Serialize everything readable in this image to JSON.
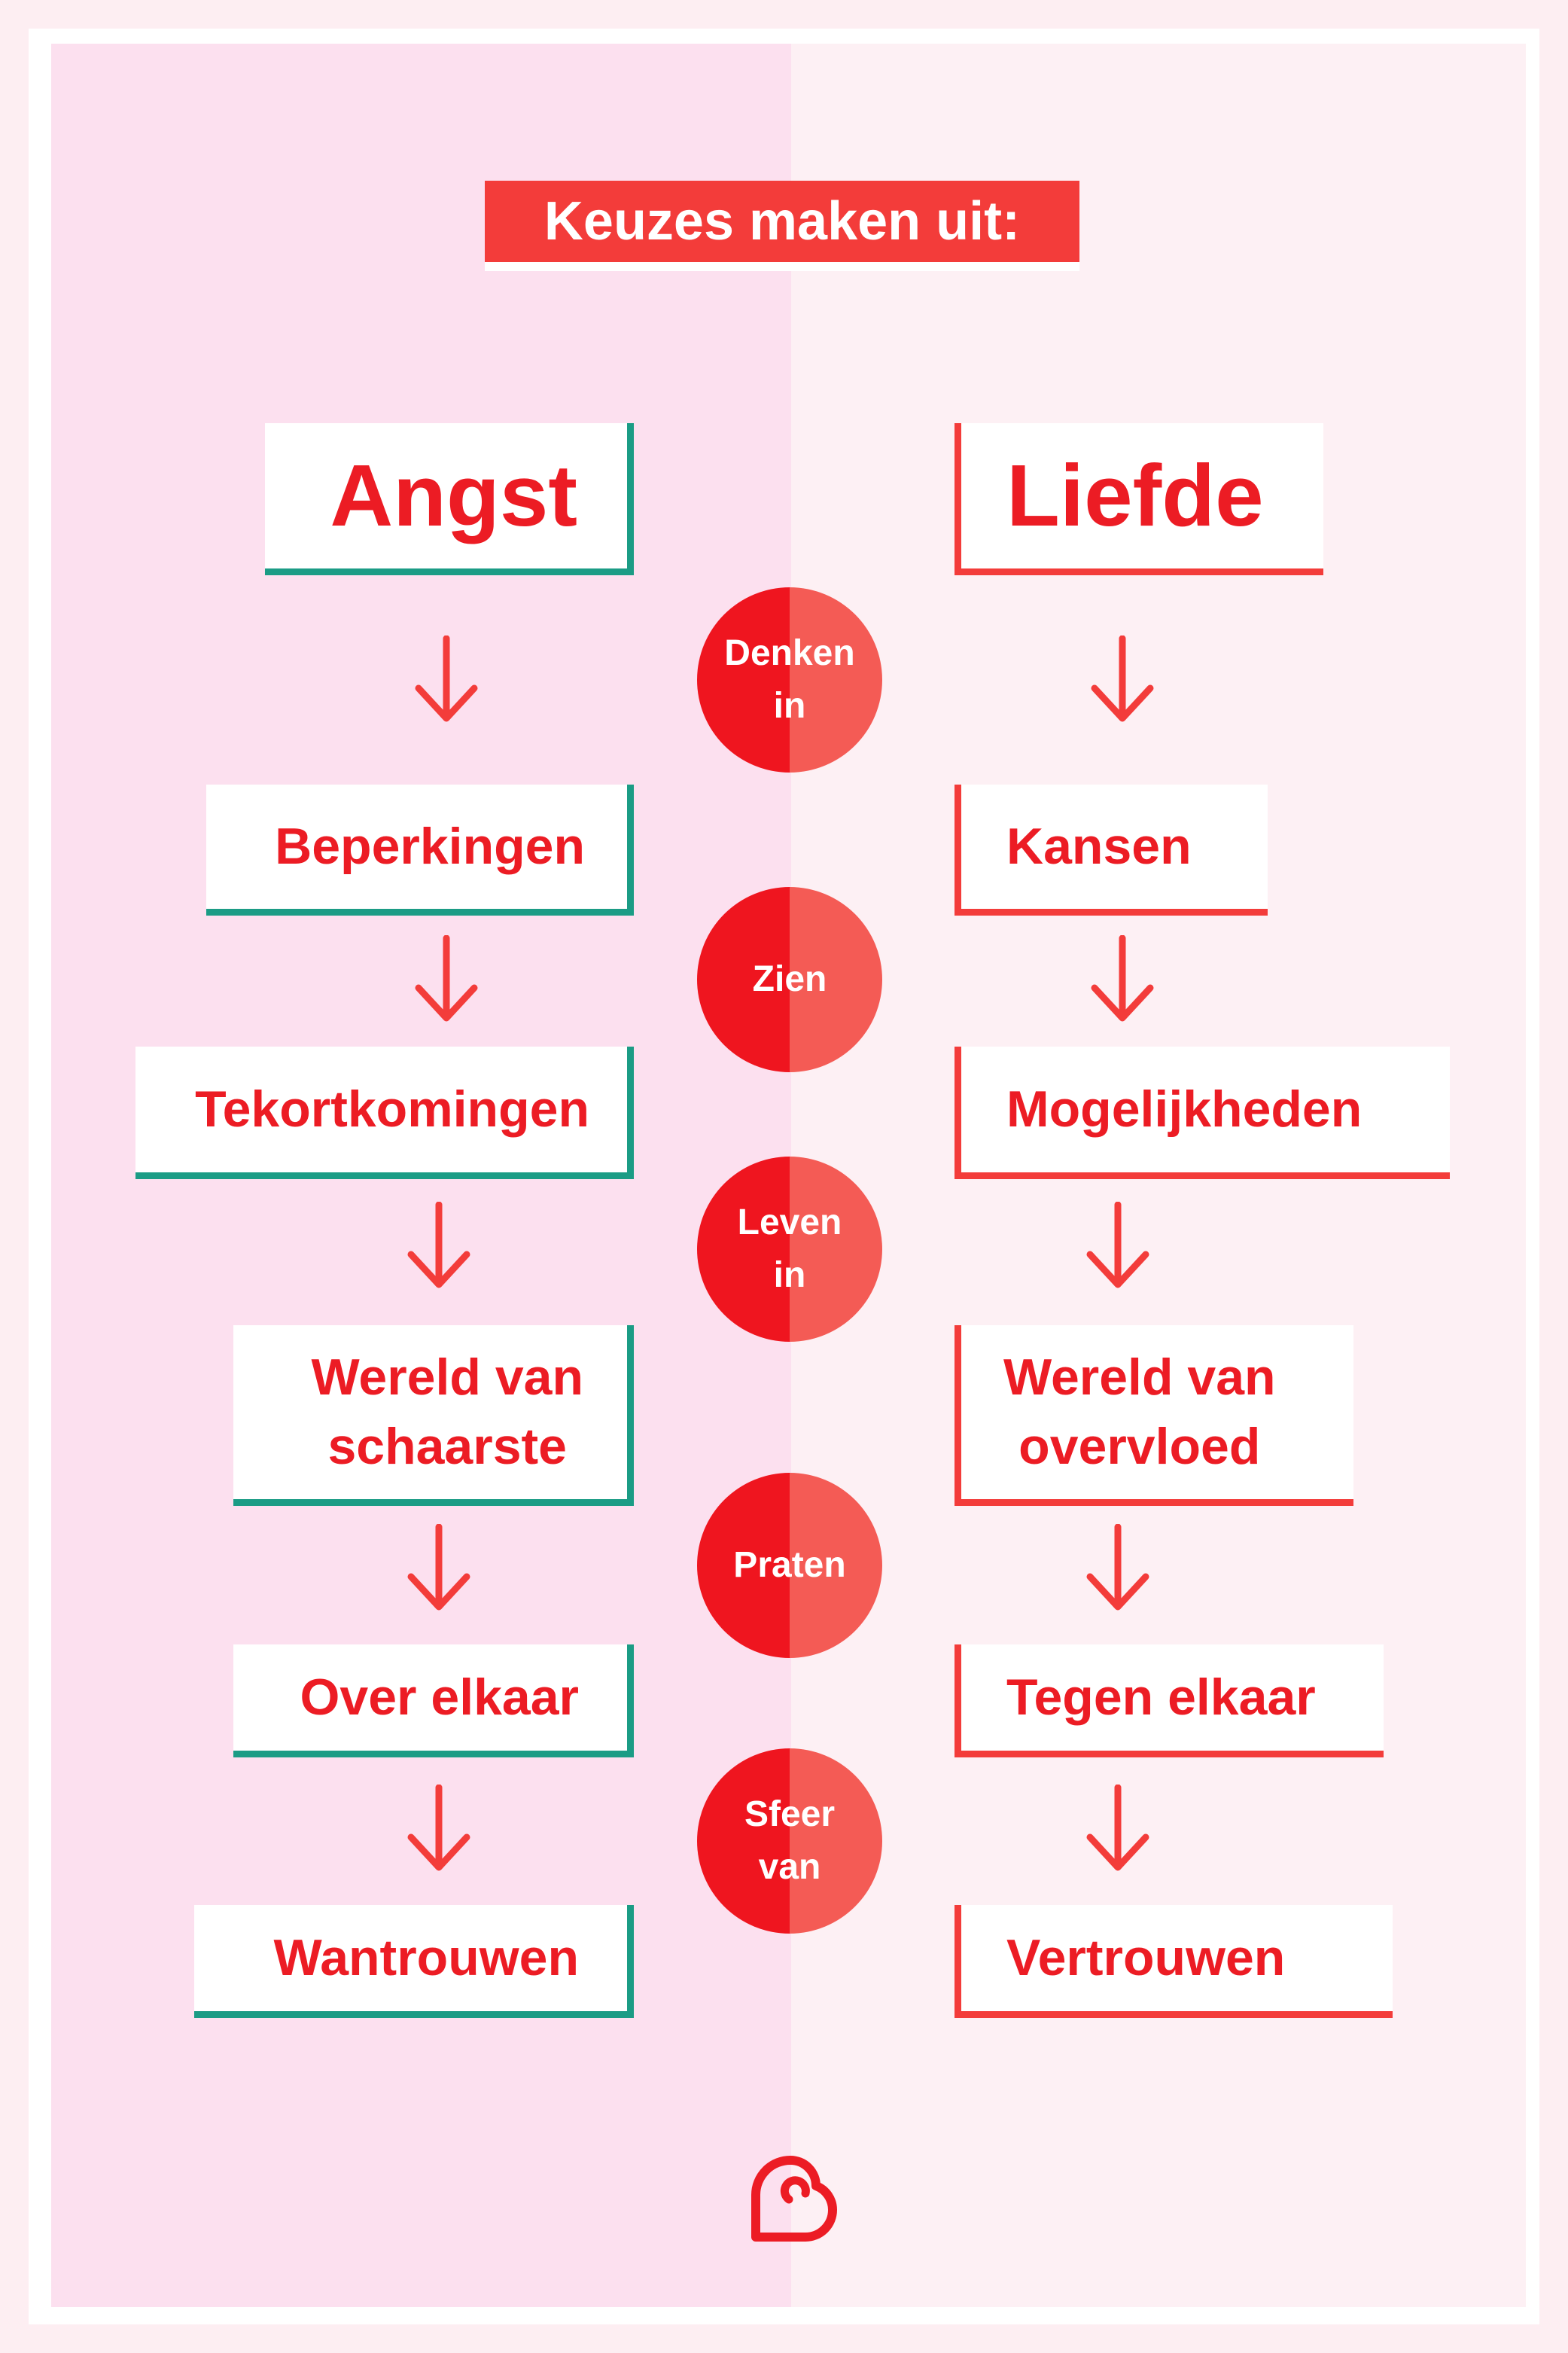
{
  "title": "Keuzes maken uit:",
  "left": {
    "header": "Angst",
    "items": [
      "Beperkingen",
      "Tekortkomingen",
      "Wereld van\nschaarste",
      "Over elkaar",
      "Wantrouwen"
    ]
  },
  "right": {
    "header": "Liefde",
    "items": [
      "Kansen",
      "Mogelijkheden",
      "Wereld van\novervloed",
      "Tegen elkaar",
      "Vertrouwen"
    ]
  },
  "connectors": [
    "Denken\nin",
    "Zien",
    "Leven\nin",
    "Praten",
    "Sfeer\nvan"
  ],
  "colors": {
    "accent_red": "#ec1c24",
    "left_border_teal": "#1b9c85",
    "right_border_red": "#f33c3a",
    "left_bg": "#fce0ef",
    "right_bg": "#fdf0f4"
  },
  "icons": {
    "arrow": "arrow-down-icon",
    "logo": "heart-logo-icon"
  }
}
